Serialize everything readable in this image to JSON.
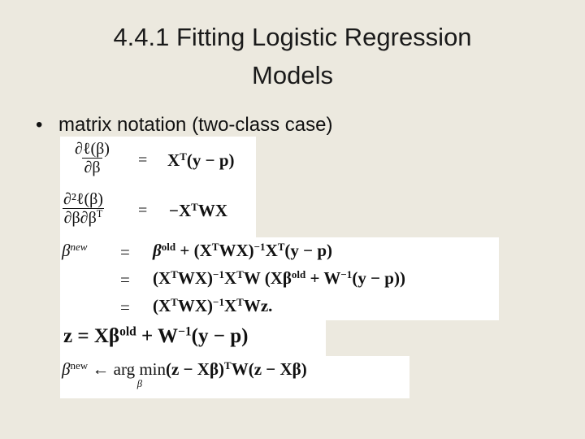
{
  "slide": {
    "title_line1": "4.4.1 Fitting Logistic Regression",
    "title_line2": "Models",
    "bullet_glyph": "•",
    "bullet_text": "matrix notation (two-class case)"
  },
  "equations": {
    "grad": {
      "num": "∂ℓ(β)",
      "den": "∂β",
      "rel": "=",
      "rhs_a": "X",
      "rhs_sup": "T",
      "rhs_b": "(y − p)"
    },
    "hess": {
      "num": "∂²ℓ(β)",
      "den_a": "∂β∂β",
      "den_sup": "T",
      "rel": "=",
      "rhs_a": "−X",
      "rhs_sup": "T",
      "rhs_b": "WX"
    },
    "newton": {
      "lhs_a": "β",
      "lhs_sup": "new",
      "rel": "=",
      "line1_a": "β",
      "line1_sup1": "old",
      "line1_b": " + (X",
      "line1_sup2": "T",
      "line1_c": "WX)",
      "line1_sup3": "−1",
      "line1_d": "X",
      "line1_sup4": "T",
      "line1_e": "(y − p)",
      "line2_a": "(X",
      "line2_sup1": "T",
      "line2_b": "WX)",
      "line2_sup2": "−1",
      "line2_c": "X",
      "line2_sup3": "T",
      "line2_d": "W (Xβ",
      "line2_sup4": "old",
      "line2_e": " + W",
      "line2_sup5": "−1",
      "line2_f": "(y − p))",
      "line3_a": "(X",
      "line3_sup1": "T",
      "line3_b": "WX)",
      "line3_sup2": "−1",
      "line3_c": "X",
      "line3_sup3": "T",
      "line3_d": "Wz."
    },
    "z": {
      "a": "z = Xβ",
      "sup1": "old",
      "b": " + W",
      "sup2": "−1",
      "c": "(y − p)"
    },
    "irls": {
      "lhs_a": "β",
      "lhs_sup": "new",
      "arrow": "←",
      "argmin": "arg min",
      "under": "β",
      "rhs_a": "(z − Xβ)",
      "rhs_sup": "T",
      "rhs_b": "W(z − Xβ)"
    }
  }
}
